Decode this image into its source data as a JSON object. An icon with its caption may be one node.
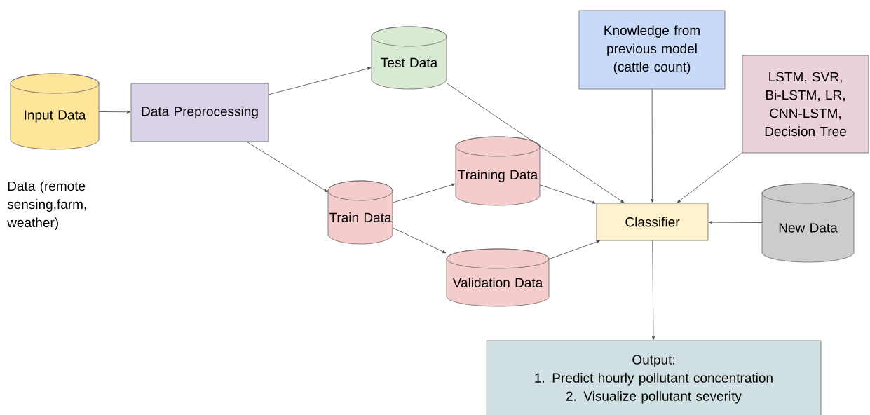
{
  "diagram": {
    "nodes": [
      {
        "text": [
          "Input Data"
        ]
      },
      {
        "text": [
          "Data Preprocessing"
        ]
      },
      {
        "text": [
          "Test Data"
        ]
      },
      {
        "text": [
          "Train Data"
        ]
      },
      {
        "text": [
          "Training Data"
        ]
      },
      {
        "text": [
          "Validation Data"
        ]
      },
      {
        "text": [
          "Knowledge from previous model (cattle count)"
        ]
      },
      {
        "text": [
          "LSTM, SVR, Bi-LSTM, LR, CNN-LSTM, Decision Tree"
        ]
      },
      {
        "text": [
          "Classifier"
        ]
      },
      {
        "text": [
          "New Data"
        ]
      },
      {
        "text": [
          "Output:",
          "1. Predict hourly pollutant concentration",
          "2. Visualize pollutant severity"
        ]
      }
    ],
    "edges": [
      {
        "from": 0,
        "to": 1,
        "arrow": "to"
      },
      {
        "from": 1,
        "to": 2,
        "arrow": "to"
      },
      {
        "from": 1,
        "to": 3,
        "arrow": "to"
      },
      {
        "from": 3,
        "to": 4,
        "arrow": "to"
      },
      {
        "from": 3,
        "to": 5,
        "arrow": "to"
      },
      {
        "from": 2,
        "to": 8,
        "arrow": "to"
      },
      {
        "from": 6,
        "to": 8,
        "arrow": "to"
      },
      {
        "from": 7,
        "to": 8,
        "arrow": "to"
      },
      {
        "from": 4,
        "to": 8,
        "arrow": "to"
      },
      {
        "from": 5,
        "to": 8,
        "arrow": "to"
      },
      {
        "from": 9,
        "to": 8,
        "arrow": "to"
      },
      {
        "from": 8,
        "to": 10,
        "arrow": "to"
      }
    ],
    "labels": [
      "Data (remote sensing,farm, weather)"
    ]
  }
}
